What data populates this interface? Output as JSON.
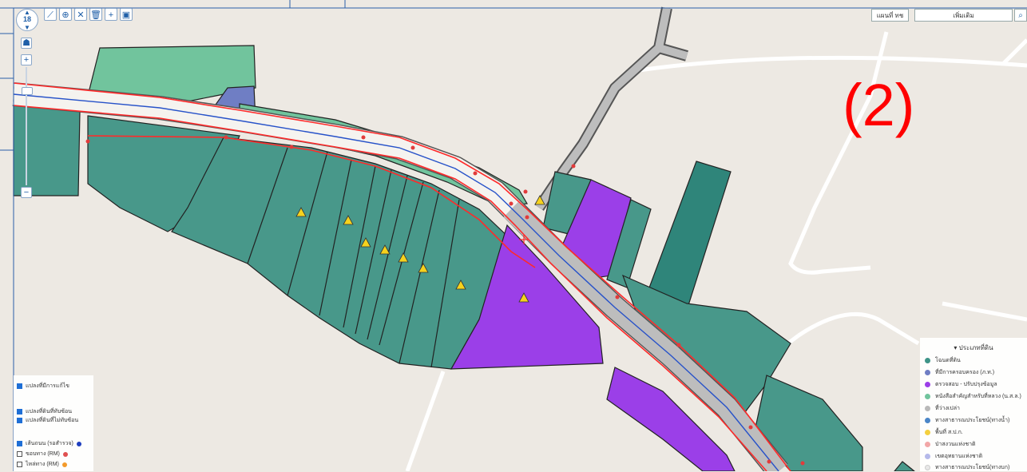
{
  "map": {
    "zoom_level": "18",
    "basemap_label": "แผนที่ ทช",
    "search_placeholder": "เพิ่มเติม",
    "overlay_label": "(2)",
    "colors": {
      "background": "#ede9e3",
      "teal_parcel": "#48988a",
      "dark_teal_parcel": "#2f857a",
      "purple_parcel": "#9b3fe8",
      "light_green_parcel": "#71c49d",
      "blue_parcel": "#6f7ec4",
      "road_gray": "#bdbdbd",
      "road_outline": "#555555",
      "red_line": "#ff2a2a",
      "blue_line": "#2752c9",
      "label_red": "#ff0000"
    }
  },
  "toolbar": {
    "tools": [
      {
        "name": "measure-tool",
        "glyph": "⟋"
      },
      {
        "name": "zoom-box-tool",
        "glyph": "⊕"
      },
      {
        "name": "clear-tool",
        "glyph": "✕"
      },
      {
        "name": "delete-tool",
        "glyph": "🗑"
      },
      {
        "name": "add-tool",
        "glyph": "+"
      },
      {
        "name": "save-tool",
        "glyph": "▣"
      }
    ]
  },
  "layers_panel": {
    "items": [
      {
        "label": "แปลงที่มีการแก้ไข",
        "checked": true
      },
      {
        "label": "แปลงที่ดินที่ทับซ้อน",
        "checked": true
      },
      {
        "label": "แปลงที่ดินที่ไม่ทับซ้อน",
        "checked": true
      },
      {
        "label": "เส้นถนน (รอสำรวจ)",
        "checked": true,
        "color": "#1f3fbf"
      },
      {
        "label": "ขอบทาง (RM)",
        "checked": false,
        "color": "#e05050"
      },
      {
        "label": "ไหล่ทาง (RM)",
        "checked": false,
        "color": "#f39a2b"
      }
    ]
  },
  "legend": {
    "title": "▾ ประเภทที่ดิน",
    "items": [
      {
        "label": "โฉนดที่ดิน",
        "color": "#3e9488"
      },
      {
        "label": "ที่มีการครอบครอง (ภ.ท.)",
        "color": "#6f7ec4"
      },
      {
        "label": "ตรวจสอบ - ปรับปรุงข้อมูล",
        "color": "#9b3fe8"
      },
      {
        "label": "หนังสือสำคัญสำหรับที่หลวง (น.ส.ล.)",
        "color": "#71c49d"
      },
      {
        "label": "ที่ว่างเปล่า",
        "color": "#b9b9b9"
      },
      {
        "label": "ทางสาธารณประโยชน์(ทางน้ำ)",
        "color": "#4a86c8"
      },
      {
        "label": "พื้นที่ ส.ป.ก.",
        "color": "#f4d03f"
      },
      {
        "label": "ป่าสงวนแห่งชาติ",
        "color": "#f2a7a7"
      },
      {
        "label": "เขตอุทยานแห่งชาติ",
        "color": "#b5b9ea"
      },
      {
        "label": "ทางสาธารณประโยชน์(ทางบก)",
        "color": "#e8e8e8"
      }
    ]
  }
}
